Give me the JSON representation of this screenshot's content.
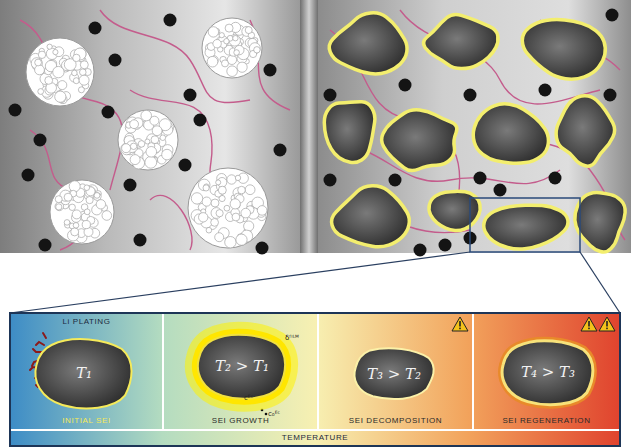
{
  "diagram": {
    "nodes": [
      {
        "text": [
          "Li PLATING",
          "INITIAL SEI"
        ]
      },
      {
        "text": [
          "T₁"
        ],
        "in": 0
      },
      {
        "text": [
          "SEI GROWTH"
        ]
      },
      {
        "text": [
          "T₂ > T₁"
        ],
        "in": 2
      },
      {
        "text": [
          "SEI DECOMPOSITION"
        ]
      },
      {
        "text": [
          "T₃ > T₂"
        ],
        "in": 4
      },
      {
        "text": [
          "SEI REGENERATION"
        ]
      },
      {
        "text": [
          "T₄ > T₃"
        ],
        "in": 6
      },
      {
        "text": [
          "TEMPERATURE"
        ]
      }
    ],
    "labels": [
      "δᶠᴵᴸᴹ",
      "cᴱᶜ",
      "c₀ᴱᶜ"
    ]
  }
}
